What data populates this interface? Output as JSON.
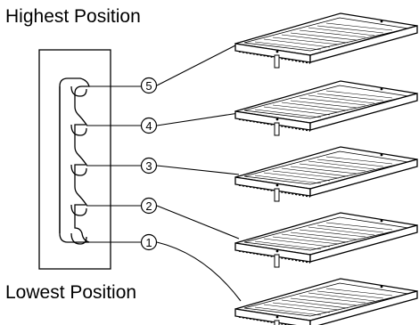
{
  "labels": {
    "top": "Highest Position",
    "bottom": "Lowest Position"
  },
  "positions": [
    "1",
    "2",
    "3",
    "4",
    "5"
  ]
}
